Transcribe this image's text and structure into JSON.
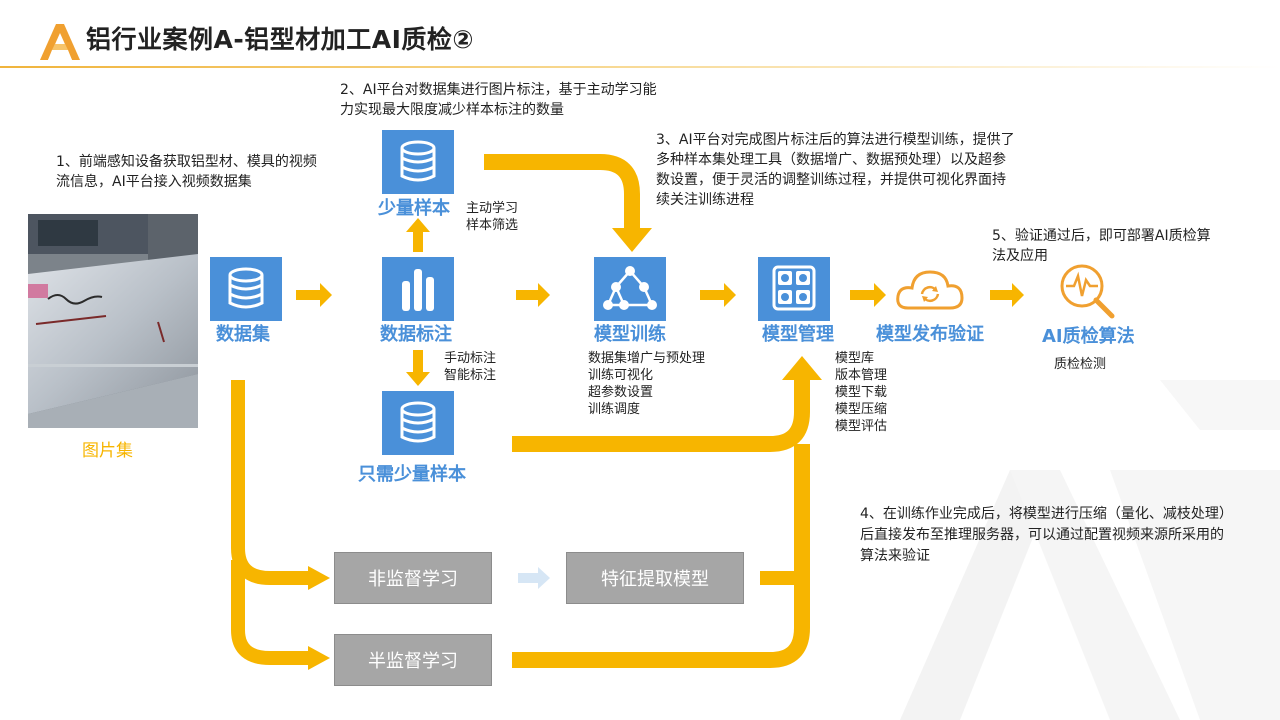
{
  "header": {
    "title": "铝行业案例A-铝型材加工AI质检②"
  },
  "colors": {
    "accent_orange": "#f7b500",
    "node_blue": "#4a90d9",
    "grey_box": "#a6a6a6",
    "light_arrow": "#d6e6f5"
  },
  "notes": {
    "step1": "1、前端感知设备获取铝型材、模具的视频流信息，AI平台接入视频数据集",
    "step2": "2、AI平台对数据集进行图片标注，基于主动学习能力实现最大限度减少样本标注的数量",
    "step3": "3、AI平台对完成图片标注后的算法进行模型训练，提供了多种样本集处理工具（数据增广、数据预处理）以及超参数设置，便于灵活的调整训练过程，并提供可视化界面持续关注训练进程",
    "step4": "4、在训练作业完成后，将模型进行压缩（量化、减枝处理）后直接发布至推理服务器，可以通过配置视频来源所采用的算法来验证",
    "step5": "5、验证通过后，即可部署AI质检算法及应用"
  },
  "nodes": {
    "image_set": "图片集",
    "dataset": "数据集",
    "few_samples": "少量样本",
    "annotation": "数据标注",
    "only_few_samples": "只需少量样本",
    "training": "模型训练",
    "management": "模型管理",
    "deploy_verify": "模型发布验证",
    "ai_algorithm": "AI质检算法",
    "unsupervised": "非监督学习",
    "feature_model": "特征提取模型",
    "semi_supervised": "半监督学习"
  },
  "annotations": {
    "active_learning": [
      "主动学习",
      "样本筛选"
    ],
    "manual_labeling": [
      "手动标注",
      "智能标注"
    ],
    "training_items": [
      "数据集增广与预处理",
      "训练可视化",
      "超参数设置",
      "训练调度"
    ],
    "management_items": [
      "模型库",
      "版本管理",
      "模型下载",
      "模型压缩",
      "模型评估"
    ],
    "quality_check": "质检检测"
  },
  "icons": {
    "logo": "company-logo-icon",
    "photo": "aluminum-profile-photo",
    "dataset": "database-icon",
    "few_samples": "database-icon",
    "annotation": "bar-chart-icon",
    "only_few_samples": "database-icon",
    "training": "network-tree-icon",
    "management": "grid-icon",
    "deploy": "cloud-sync-icon",
    "algorithm": "magnifier-waveform-icon"
  }
}
